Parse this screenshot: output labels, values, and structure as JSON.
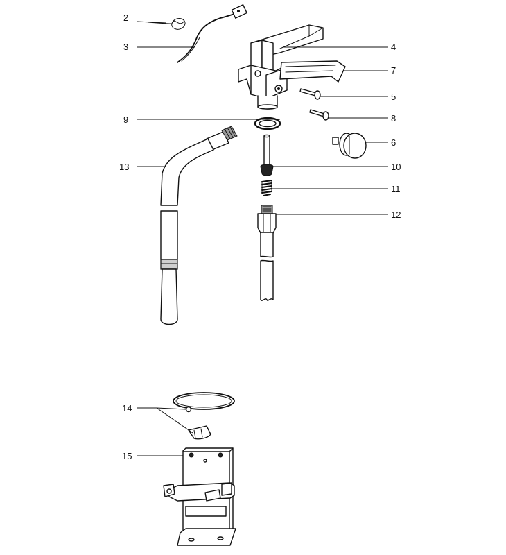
{
  "callouts": {
    "c2": "2",
    "c3": "3",
    "c4": "4",
    "c5": "5",
    "c6": "6",
    "c7": "7",
    "c8": "8",
    "c9": "9",
    "c10": "10",
    "c11": "11",
    "c12": "12",
    "c13": "13",
    "c14": "14",
    "c15": "15"
  }
}
